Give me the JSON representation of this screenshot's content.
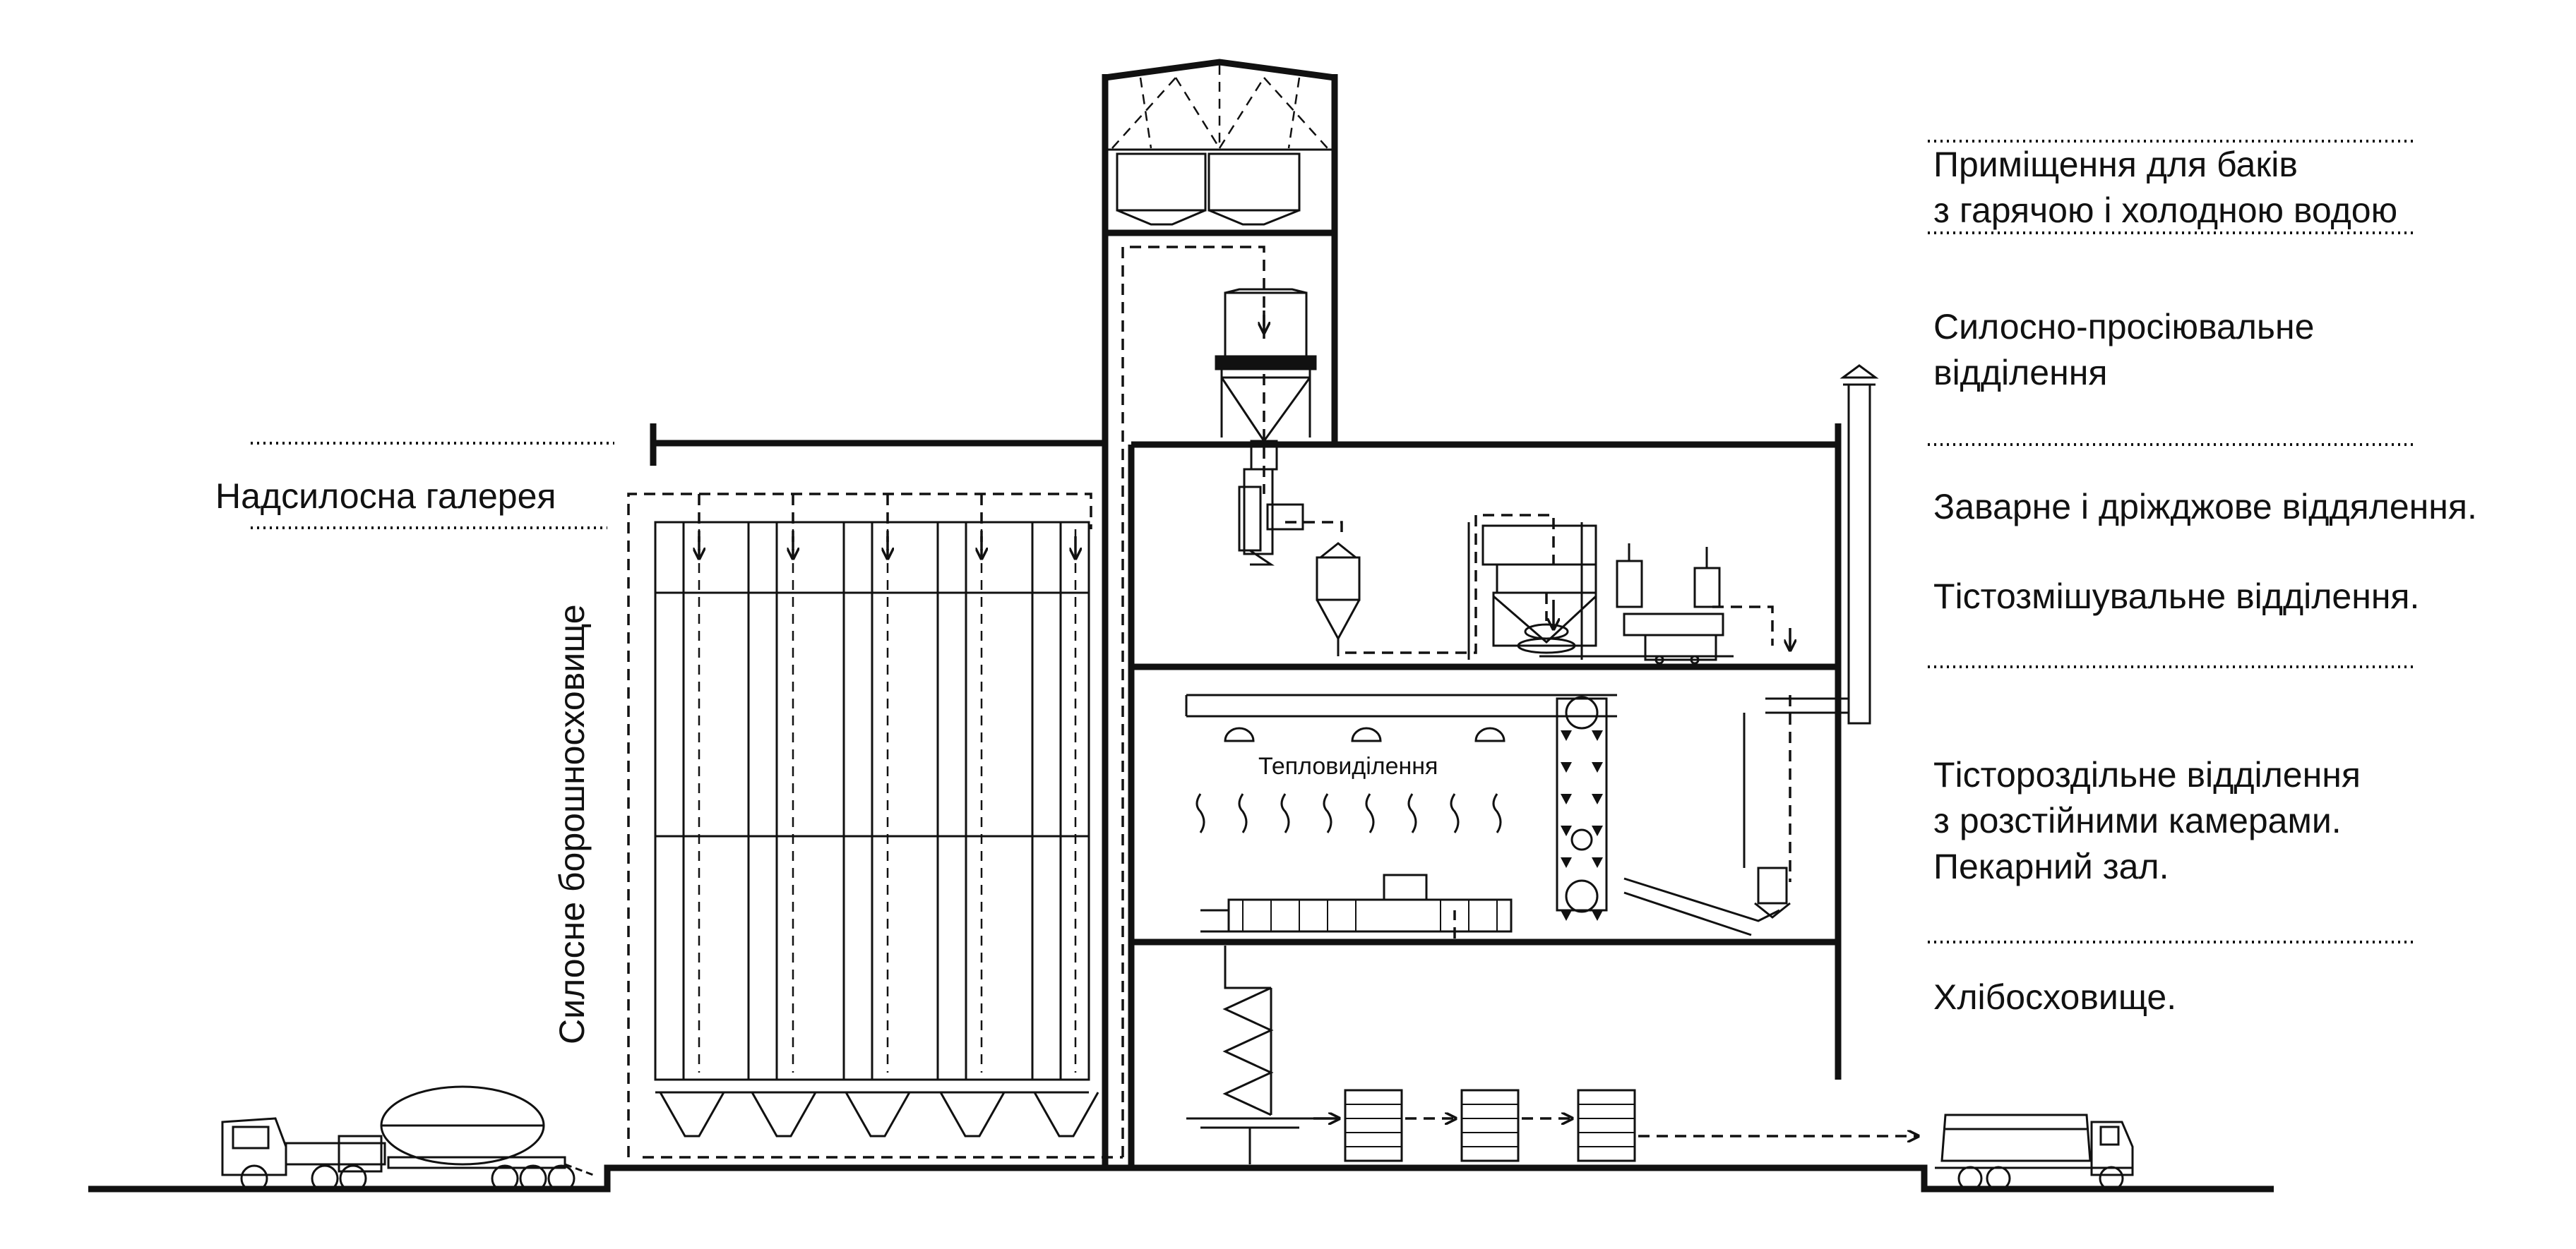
{
  "labels": {
    "water_tanks_line1": "Приміщення для баків",
    "water_tanks_line2": "з гарячою і холодною водою",
    "silo_sifting_line1": "Силосно-просіювальне",
    "silo_sifting_line2": "відділення",
    "brewing_yeast": "Заварне і дріжджове віддялення.",
    "dough_mixing": "Тістозмішувальне відділення.",
    "dough_dividing_line1": "Тістороздільне відділення",
    "dough_dividing_line2": "з розстійними камерами.",
    "bakery_hall": "Пекарний зал.",
    "bread_storage": "Хлібосховище.",
    "above_silo_gallery": "Надсилосна галерея",
    "flour_silo_storage": "Силосне борошносховище",
    "heat_release": "Тепловиділення"
  },
  "icons": [
    "flour-tanker-truck-icon",
    "bread-delivery-truck-icon",
    "heat-wave-icon",
    "arrow-icon"
  ]
}
